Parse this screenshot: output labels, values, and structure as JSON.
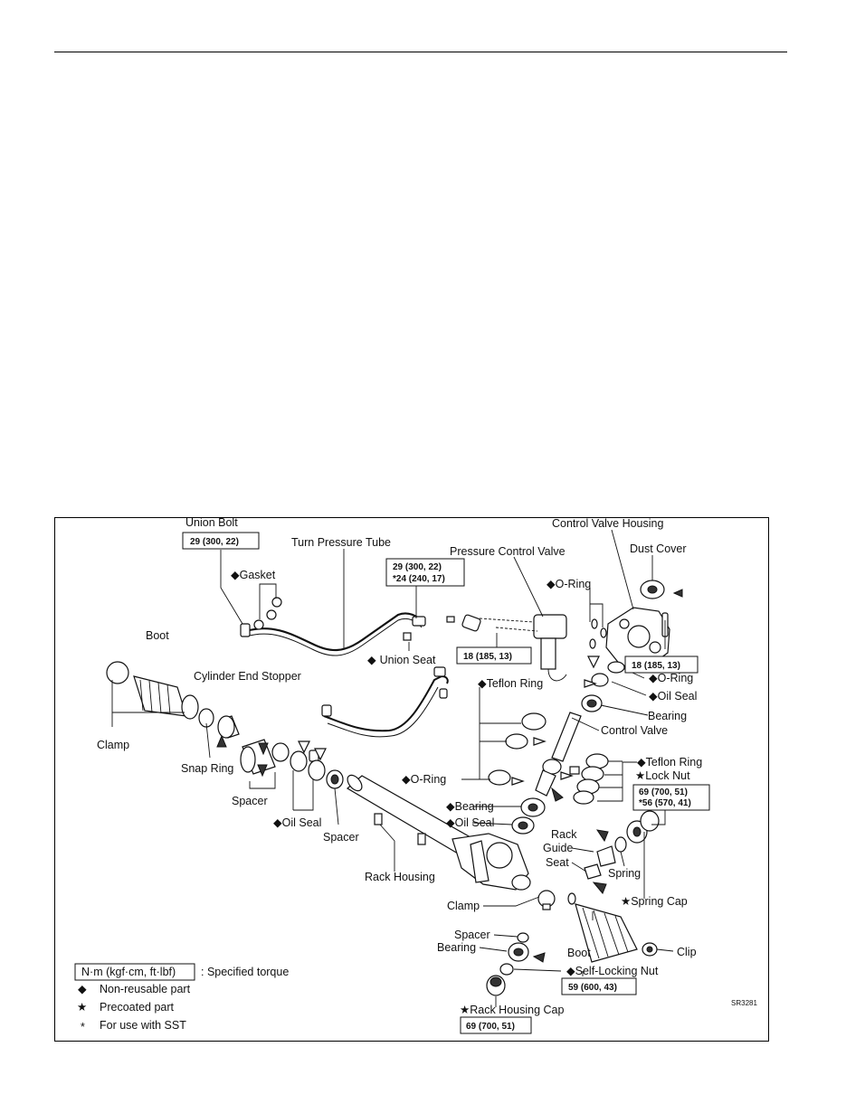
{
  "labels": {
    "union_bolt": "Union Bolt",
    "turn_pressure_tube": "Turn Pressure Tube",
    "pressure_control_valve": "Pressure Control Valve",
    "control_valve_housing": "Control Valve Housing",
    "dust_cover": "Dust Cover",
    "gasket": "Gasket",
    "o_ring_top": "O-Ring",
    "union_seat": "Union Seat",
    "boot_left": "Boot",
    "cylinder_end_stopper": "Cylinder End Stopper",
    "teflon_ring_top": "Teflon Ring",
    "o_ring_right": "O-Ring",
    "oil_seal_right": "Oil Seal",
    "bearing_top": "Bearing",
    "control_valve": "Control Valve",
    "clamp_left": "Clamp",
    "snap_ring": "Snap Ring",
    "teflon_ring_right": "Teflon Ring",
    "lock_nut": "Lock Nut",
    "spacer_left": "Spacer",
    "o_ring_mid": "O-Ring",
    "bearing_mid": "Bearing",
    "oil_seal_mid": "Oil Seal",
    "oil_seal_left": "Oil Seal",
    "spacer_mid": "Spacer",
    "rack_guide": "Rack\nGuide",
    "rack_guide_l1": "Rack",
    "rack_guide_l2": "Guide",
    "seat": "Seat",
    "spring": "Spring",
    "rack_housing": "Rack Housing",
    "spring_cap": "Spring Cap",
    "clamp_right": "Clamp",
    "spacer_bottom": "Spacer",
    "bearing_bottom": "Bearing",
    "boot_right": "Boot",
    "clip": "Clip",
    "self_locking_nut": "Self-Locking Nut",
    "rack_housing_cap": "Rack Housing Cap"
  },
  "torques": {
    "union_bolt": "29 (300, 22)",
    "tube_fitting_1": "29 (300, 22)",
    "tube_fitting_2": "*24 (240, 17)",
    "pcv_bolt": "18 (185, 13)",
    "cvh_bolt": "18 (185, 13)",
    "lock_nut_1": "69 (700, 51)",
    "lock_nut_2": "*56 (570, 41)",
    "self_locking_nut": "59 (600, 43)",
    "rack_housing_cap": "69 (700, 51)"
  },
  "legend": {
    "torque_box": "N·m (kgf·cm, ft·lbf)",
    "torque_desc": ": Specified torque",
    "non_reusable": "Non-reusable part",
    "precoated": "Precoated part",
    "sst": "For use with SST"
  },
  "symbols": {
    "non_reusable": "◆",
    "precoated": "★",
    "sst": "*"
  },
  "figure_code": "SR3281"
}
